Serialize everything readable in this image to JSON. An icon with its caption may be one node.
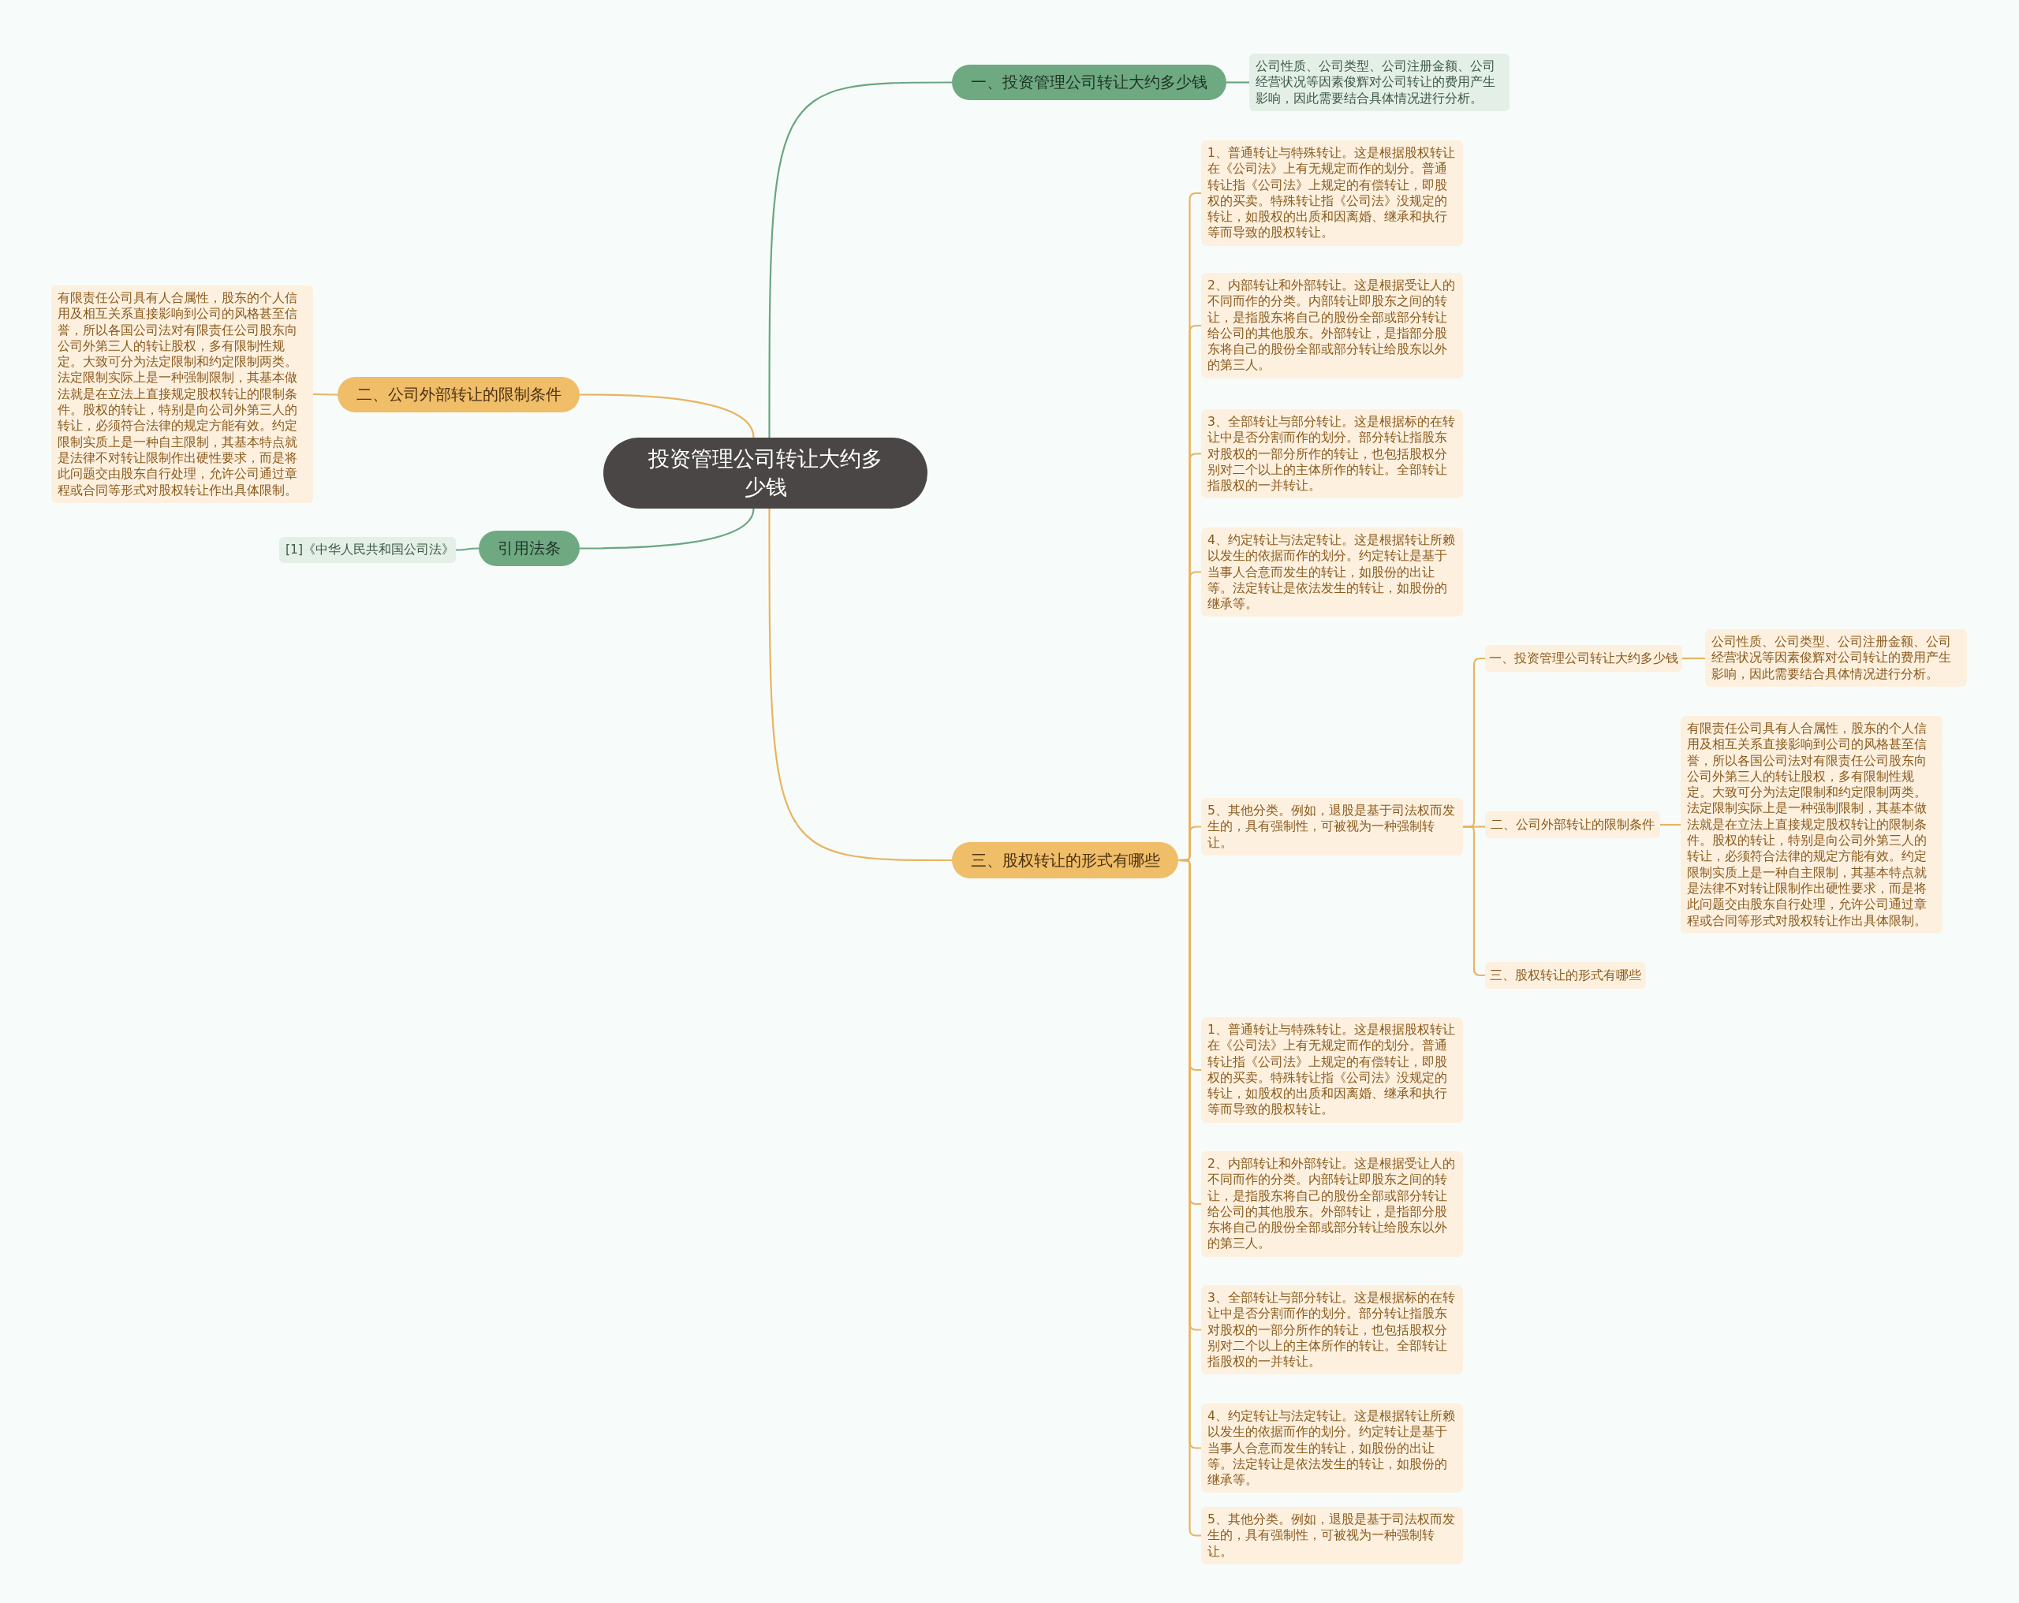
{
  "diagram": {
    "nodes": [
      {
        "text": [
          "投资管理公司转让大约多少钱"
        ]
      },
      {
        "text": [
          "一、投资管理公司转让大约多少钱"
        ]
      },
      {
        "text": [
          "公司性质、公司类型、公司注册金额、公司经营状况等因素俊辉对公司转让的费用产生影响，因此需要结合具体情况进行分析。"
        ]
      },
      {
        "text": [
          "二、公司外部转让的限制条件"
        ]
      },
      {
        "text": [
          "有限责任公司具有人合属性，股东的个人信用及相互关系直接影响到公司的风格甚至信誉，所以各国公司法对有限责任公司股东向公司外第三人的转让股权，多有限制性规定。大致可分为法定限制和约定限制两类。法定限制实际上是一种强制限制，其基本做法就是在立法上直接规定股权转让的限制条件。股权的转让，特别是向公司外第三人的转让，必须符合法律的规定方能有效。约定限制实质上是一种自主限制，其基本特点就是法律不对转让限制作出硬性要求，而是将此问题交由股东自行处理，允许公司通过章程或合同等形式对股权转让作出具体限制。"
        ]
      },
      {
        "text": [
          "引用法条"
        ]
      },
      {
        "text": [
          "[1]《中华人民共和国公司法》"
        ]
      },
      {
        "text": [
          "三、股权转让的形式有哪些"
        ]
      },
      {
        "text": [
          "1、普通转让与特殊转让。这是根据股权转让在《公司法》上有无规定而作的划分。普通转让指《公司法》上规定的有偿转让，即股权的买卖。特殊转让指《公司法》没规定的转让，如股权的出质和因离婚、继承和执行等而导致的股权转让。"
        ]
      },
      {
        "text": [
          "2、内部转让和外部转让。这是根据受让人的不同而作的分类。内部转让即股东之间的转让，是指股东将自己的股份全部或部分转让给公司的其他股东。外部转让，是指部分股东将自己的股份全部或部分转让给股东以外的第三人。"
        ]
      },
      {
        "text": [
          "3、全部转让与部分转让。这是根据标的在转让中是否分割而作的划分。部分转让指股东对股权的一部分所作的转让，也包括股权分别对二个以上的主体所作的转让。全部转让指股权的一并转让。"
        ]
      },
      {
        "text": [
          "4、约定转让与法定转让。这是根据转让所赖以发生的依据而作的划分。约定转让是基于当事人合意而发生的转让，如股份的出让等。法定转让是依法发生的转让，如股份的继承等。"
        ]
      },
      {
        "text": [
          "5、其他分类。例如，退股是基于司法权而发生的，具有强制性，可被视为一种强制转让。"
        ]
      },
      {
        "text": [
          "一、投资管理公司转让大约多少钱"
        ]
      },
      {
        "text": [
          "公司性质、公司类型、公司注册金额、公司经营状况等因素俊辉对公司转让的费用产生影响，因此需要结合具体情况进行分析。"
        ]
      },
      {
        "text": [
          "二、公司外部转让的限制条件"
        ]
      },
      {
        "text": [
          "有限责任公司具有人合属性，股东的个人信用及相互关系直接影响到公司的风格甚至信誉，所以各国公司法对有限责任公司股东向公司外第三人的转让股权，多有限制性规定。大致可分为法定限制和约定限制两类。法定限制实际上是一种强制限制，其基本做法就是在立法上直接规定股权转让的限制条件。股权的转让，特别是向公司外第三人的转让，必须符合法律的规定方能有效。约定限制实质上是一种自主限制，其基本特点就是法律不对转让限制作出硬性要求，而是将此问题交由股东自行处理，允许公司通过章程或合同等形式对股权转让作出具体限制。"
        ]
      },
      {
        "text": [
          "三、股权转让的形式有哪些"
        ]
      },
      {
        "text": [
          "1、普通转让与特殊转让。这是根据股权转让在《公司法》上有无规定而作的划分。普通转让指《公司法》上规定的有偿转让，即股权的买卖。特殊转让指《公司法》没规定的转让，如股权的出质和因离婚、继承和执行等而导致的股权转让。"
        ]
      },
      {
        "text": [
          "2、内部转让和外部转让。这是根据受让人的不同而作的分类。内部转让即股东之间的转让，是指股东将自己的股份全部或部分转让给公司的其他股东。外部转让，是指部分股东将自己的股份全部或部分转让给股东以外的第三人。"
        ]
      },
      {
        "text": [
          "3、全部转让与部分转让。这是根据标的在转让中是否分割而作的划分。部分转让指股东对股权的一部分所作的转让，也包括股权分别对二个以上的主体所作的转让。全部转让指股权的一并转让。"
        ]
      },
      {
        "text": [
          "4、约定转让与法定转让。这是根据转让所赖以发生的依据而作的划分。约定转让是基于当事人合意而发生的转让，如股份的出让等。法定转让是依法发生的转让，如股份的继承等。"
        ]
      },
      {
        "text": [
          "5、其他分类。例如，退股是基于司法权而发生的，具有强制性，可被视为一种强制转让。"
        ]
      }
    ],
    "edges": [
      {
        "from": 0,
        "to": 1,
        "arrow": "none",
        "color": "#6aa67f"
      },
      {
        "from": 1,
        "to": 2,
        "arrow": "none",
        "color": "#6aa67f"
      },
      {
        "from": 0,
        "to": 3,
        "arrow": "none"
      },
      {
        "from": 3,
        "to": 4,
        "arrow": "none"
      },
      {
        "from": 0,
        "to": 5,
        "arrow": "none",
        "color": "#6aa67f"
      },
      {
        "from": 5,
        "to": 6,
        "arrow": "none",
        "color": "#6aa67f"
      },
      {
        "from": 0,
        "to": 7,
        "arrow": "none"
      },
      {
        "from": 7,
        "to": 8,
        "arrow": "none"
      },
      {
        "from": 7,
        "to": 9,
        "arrow": "none"
      },
      {
        "from": 7,
        "to": 10,
        "arrow": "none"
      },
      {
        "from": 7,
        "to": 11,
        "arrow": "none"
      },
      {
        "from": 7,
        "to": 12,
        "arrow": "none"
      },
      {
        "from": 12,
        "to": 13,
        "arrow": "none"
      },
      {
        "from": 13,
        "to": 14,
        "arrow": "none"
      },
      {
        "from": 12,
        "to": 15,
        "arrow": "none"
      },
      {
        "from": 15,
        "to": 16,
        "arrow": "none"
      },
      {
        "from": 12,
        "to": 17,
        "arrow": "none"
      },
      {
        "from": 7,
        "to": 18,
        "arrow": "none"
      },
      {
        "from": 7,
        "to": 19,
        "arrow": "none"
      },
      {
        "from": 7,
        "to": 20,
        "arrow": "none"
      },
      {
        "from": 7,
        "to": 21,
        "arrow": "none"
      },
      {
        "from": 7,
        "to": 22,
        "arrow": "none"
      }
    ]
  }
}
